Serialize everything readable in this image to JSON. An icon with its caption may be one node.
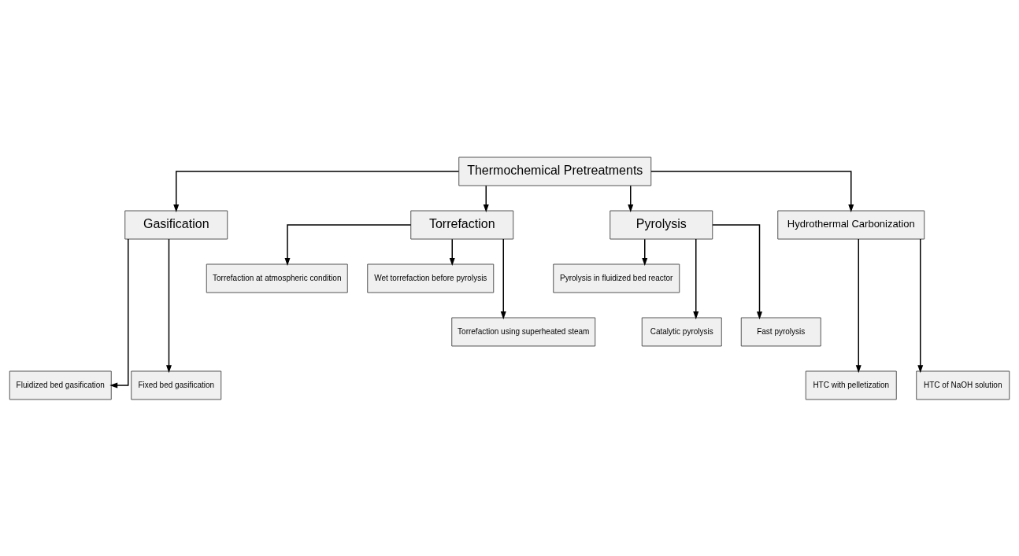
{
  "diagram": {
    "nodes": [
      {
        "text": [
          "Thermochemical Pretreatments"
        ]
      },
      {
        "text": [
          "Gasification"
        ]
      },
      {
        "text": [
          "Torrefaction"
        ]
      },
      {
        "text": [
          "Pyrolysis"
        ]
      },
      {
        "text": [
          "Hydrothermal Carbonization"
        ]
      },
      {
        "text": [
          "Torrefaction at atmospheric condition"
        ]
      },
      {
        "text": [
          "Wet torrefaction before pyrolysis"
        ]
      },
      {
        "text": [
          "Torrefaction using superheated steam"
        ]
      },
      {
        "text": [
          "Pyrolysis in fluidized bed reactor"
        ]
      },
      {
        "text": [
          "Catalytic pyrolysis"
        ]
      },
      {
        "text": [
          "Fast pyrolysis"
        ]
      },
      {
        "text": [
          "Fluidized bed gasification"
        ]
      },
      {
        "text": [
          "Fixed bed gasification"
        ]
      },
      {
        "text": [
          "HTC with pelletization"
        ]
      },
      {
        "text": [
          "HTC of NaOH solution"
        ]
      }
    ],
    "edges": [
      {
        "from": 0,
        "to": 1,
        "arrow": "to"
      },
      {
        "from": 0,
        "to": 2,
        "arrow": "to"
      },
      {
        "from": 0,
        "to": 3,
        "arrow": "to"
      },
      {
        "from": 0,
        "to": 4,
        "arrow": "to"
      },
      {
        "from": 2,
        "to": 5,
        "arrow": "to"
      },
      {
        "from": 2,
        "to": 7,
        "arrow": "to"
      },
      {
        "from": 2,
        "to": 6,
        "arrow": "to"
      },
      {
        "from": 3,
        "to": 9,
        "arrow": "to"
      },
      {
        "from": 3,
        "to": 8,
        "arrow": "to"
      },
      {
        "from": 3,
        "to": 10,
        "arrow": "to"
      },
      {
        "from": 1,
        "to": 11,
        "arrow": "to"
      },
      {
        "from": 1,
        "to": 12,
        "arrow": "to"
      },
      {
        "from": 4,
        "to": 13,
        "arrow": "to"
      },
      {
        "from": 4,
        "to": 14,
        "arrow": "to"
      }
    ]
  }
}
